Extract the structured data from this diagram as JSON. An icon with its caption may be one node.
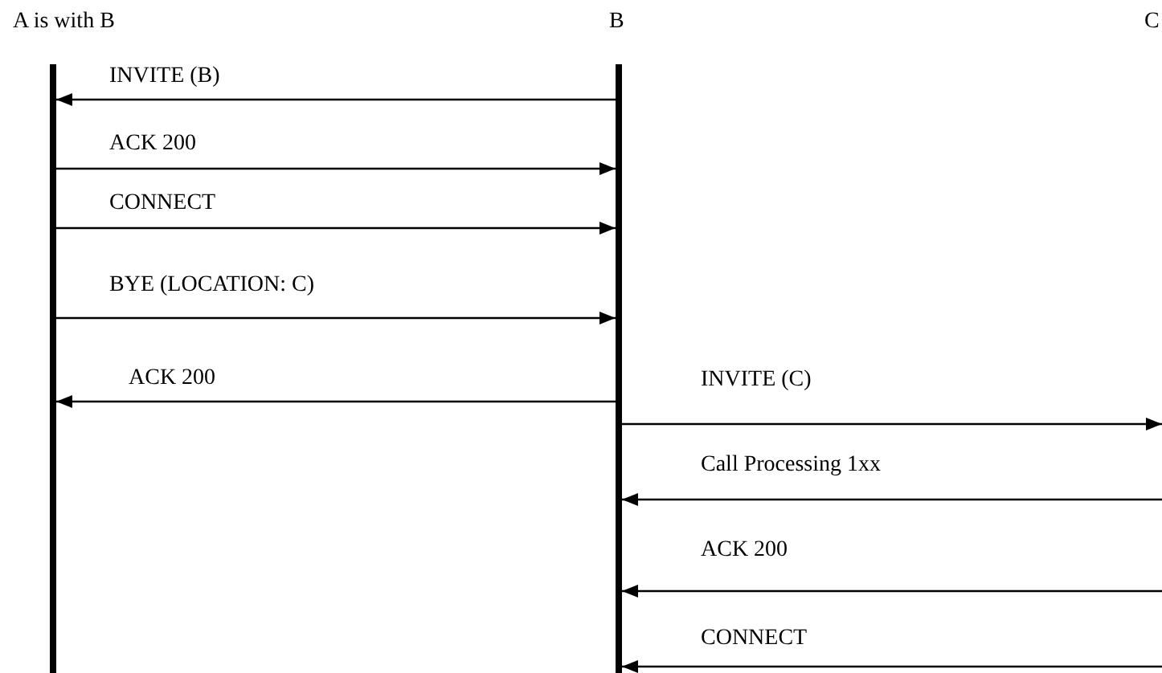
{
  "diagram": {
    "nodes": [
      {
        "text": [],
        "shape": "bar"
      },
      {
        "text": [],
        "shape": "bar"
      }
    ],
    "edges": [
      {
        "from": 1,
        "to": 0,
        "arrow": "to",
        "label": "INVITE (B)"
      },
      {
        "from": 0,
        "to": 1,
        "arrow": "to",
        "label": "ACK 200"
      },
      {
        "from": 0,
        "to": 1,
        "arrow": "to",
        "label": "CONNECT"
      },
      {
        "from": 0,
        "to": 1,
        "arrow": "to",
        "label": "BYE (LOCATION: C)"
      },
      {
        "from": 1,
        "to": 0,
        "arrow": "to",
        "label": "ACK 200"
      },
      {
        "from": 1,
        "to": null,
        "arrow": "to",
        "label": "INVITE (C)"
      },
      {
        "from": null,
        "to": 1,
        "arrow": "to",
        "label": "Call Processing 1xx"
      },
      {
        "from": null,
        "to": 1,
        "arrow": "to",
        "label": "ACK 200"
      },
      {
        "from": null,
        "to": 1,
        "arrow": "to",
        "label": "CONNECT"
      }
    ],
    "labels": [
      "A is with B",
      "B",
      "C"
    ]
  }
}
